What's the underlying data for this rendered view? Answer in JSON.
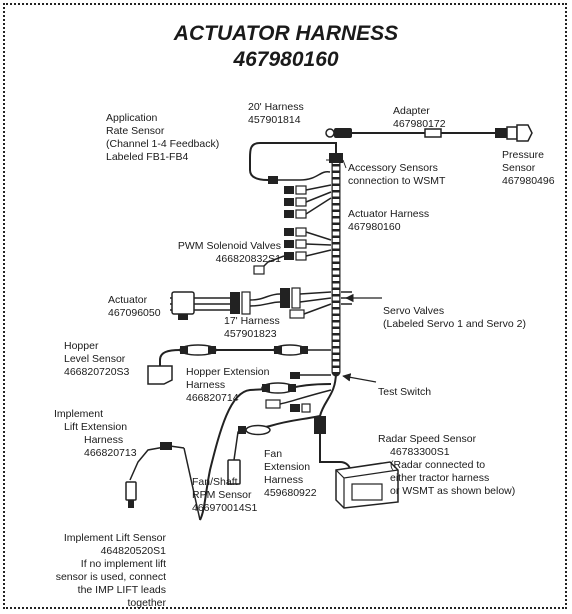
{
  "title": {
    "line1": "ACTUATOR HARNESS",
    "line2": "467980160"
  },
  "labels": {
    "app_rate": [
      "Application",
      "Rate Sensor",
      "(Channel 1-4 Feedback)",
      "Labeled FB1-FB4"
    ],
    "harness20": [
      "20' Harness",
      "457901814"
    ],
    "adapter": [
      "Adapter",
      "467980172"
    ],
    "pressure": [
      "Pressure",
      "Sensor",
      "467980496"
    ],
    "accessory": [
      "Accessory Sensors",
      "connection to WSMT"
    ],
    "actuator_harness": [
      "Actuator Harness",
      "467980160"
    ],
    "pwm": [
      "PWM Solenoid Valves",
      "466820832S1"
    ],
    "actuator": [
      "Actuator",
      "467096050"
    ],
    "harness17": [
      "17' Harness",
      "457901823"
    ],
    "servo": [
      "Servo Valves",
      "(Labeled Servo 1 and Servo 2)"
    ],
    "hopper_level": [
      "Hopper",
      "Level Sensor",
      "466820720S3"
    ],
    "hopper_ext": [
      "Hopper Extension",
      "Harness",
      "466820714"
    ],
    "test_switch": [
      "Test Switch"
    ],
    "impl_lift_ext": [
      "Implement",
      "Lift Extension",
      "Harness",
      "466820713"
    ],
    "radar": [
      "Radar Speed Sensor",
      "46783300S1",
      "(Radar connected to",
      "either tractor harness",
      "or WSMT as shown below)"
    ],
    "fan_ext": [
      "Fan",
      "Extension",
      "Harness",
      "459680922"
    ],
    "fan_rpm": [
      "Fan/Shaft",
      "RPM Sensor",
      "466970014S1"
    ],
    "impl_lift_sensor": [
      "Implement Lift Sensor",
      "464820520S1",
      "If no implement lift",
      "sensor is used, connect",
      "the IMP LIFT leads",
      "together"
    ]
  }
}
